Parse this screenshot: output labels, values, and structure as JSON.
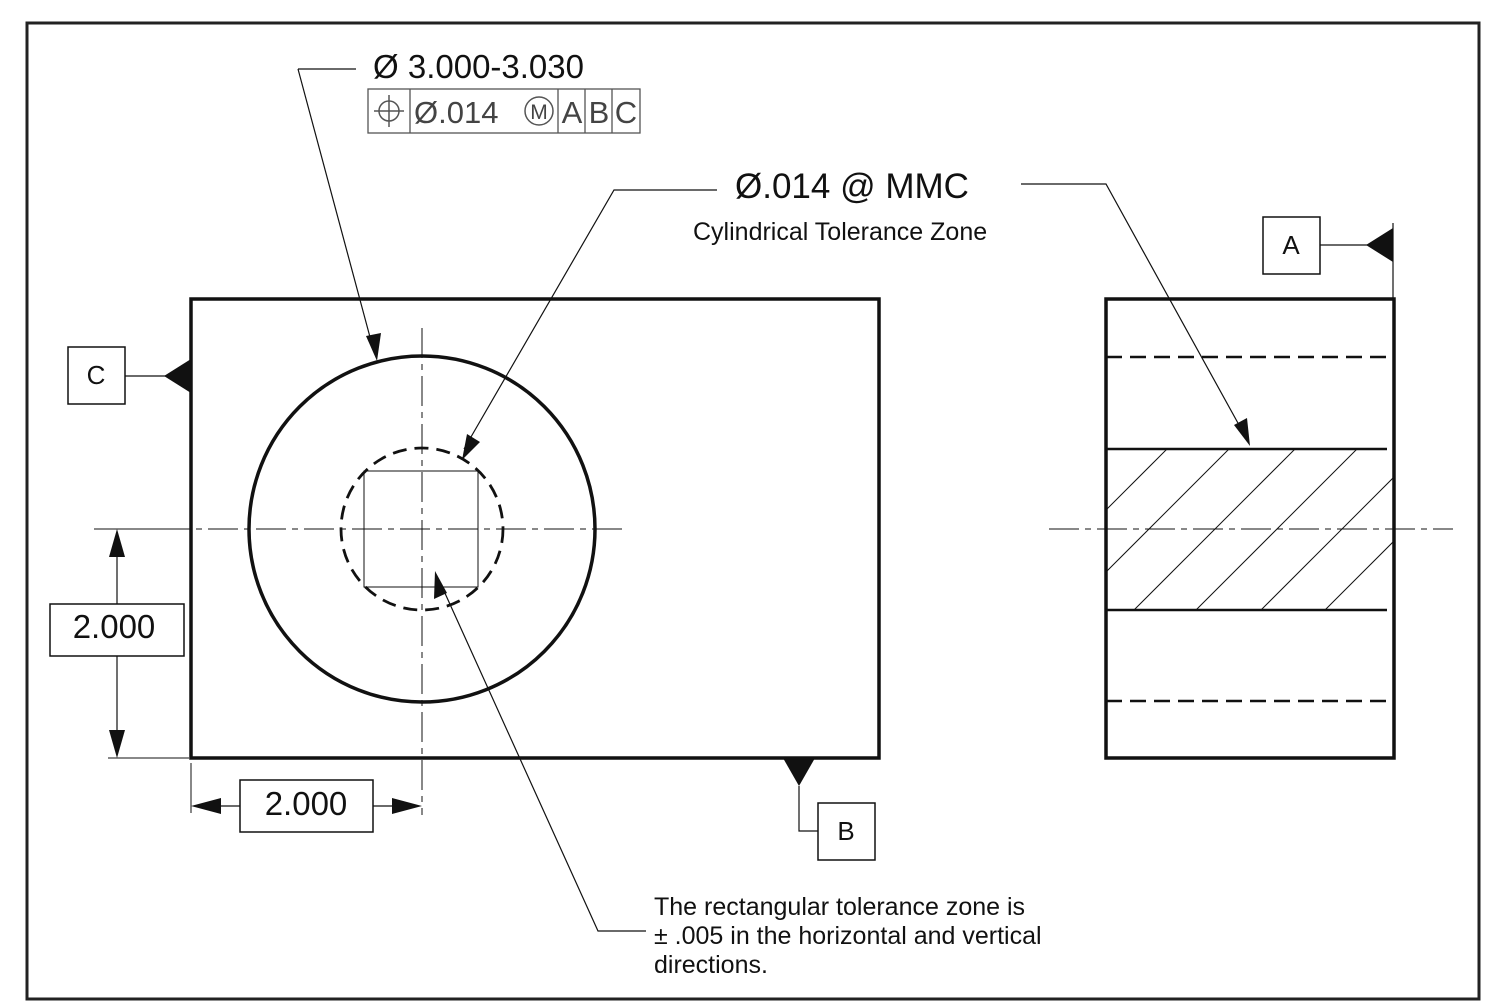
{
  "hole_callout": {
    "size": "Ø 3.000-3.030",
    "fcf": {
      "symbol_name": "position-icon",
      "tolerance": "Ø.014",
      "modifier": "M",
      "datum_1": "A",
      "datum_2": "B",
      "datum_3": "C"
    }
  },
  "zone_callout": {
    "title": "Ø.014 @ MMC",
    "subtitle": "Cylindrical Tolerance Zone"
  },
  "datums": {
    "a": "A",
    "b": "B",
    "c": "C"
  },
  "dimensions": {
    "vertical": "2.000",
    "horizontal": "2.000"
  },
  "note": {
    "line1": "The rectangular tolerance zone is",
    "line2": "± .005 in the horizontal and vertical",
    "line3": "directions."
  }
}
